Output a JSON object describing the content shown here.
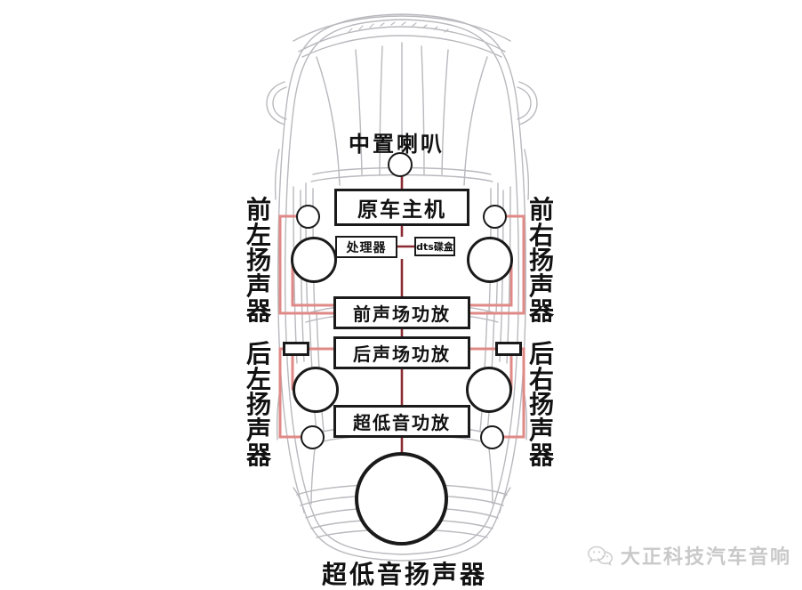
{
  "diagram": {
    "title_bottom": "超低音扬声器",
    "center_label": "中置喇叭"
  },
  "boxes": {
    "head_unit": "原车主机",
    "processor": "处理器",
    "dts_box": "dts碟盒",
    "front_amp": "前声场功放",
    "rear_amp": "后声场功放",
    "sub_amp": "超低音功放"
  },
  "labels": {
    "front_left": "前左扬声器",
    "front_right": "前右扬声器",
    "rear_left": "后左扬声器",
    "rear_right": "后右扬声器",
    "center_speaker": "中置喇叭",
    "subwoofer": "超低音扬声器"
  },
  "watermark": {
    "text": "大正科技汽车音响",
    "icon": "wechat-icon"
  },
  "colors": {
    "wire_red": "#e08a87",
    "wire_dark_red": "#8c2b33",
    "outline": "#1a1a1a",
    "car_body": "#b8b8bd",
    "watermark": "#c9c9c9",
    "background": "#ffffff"
  }
}
